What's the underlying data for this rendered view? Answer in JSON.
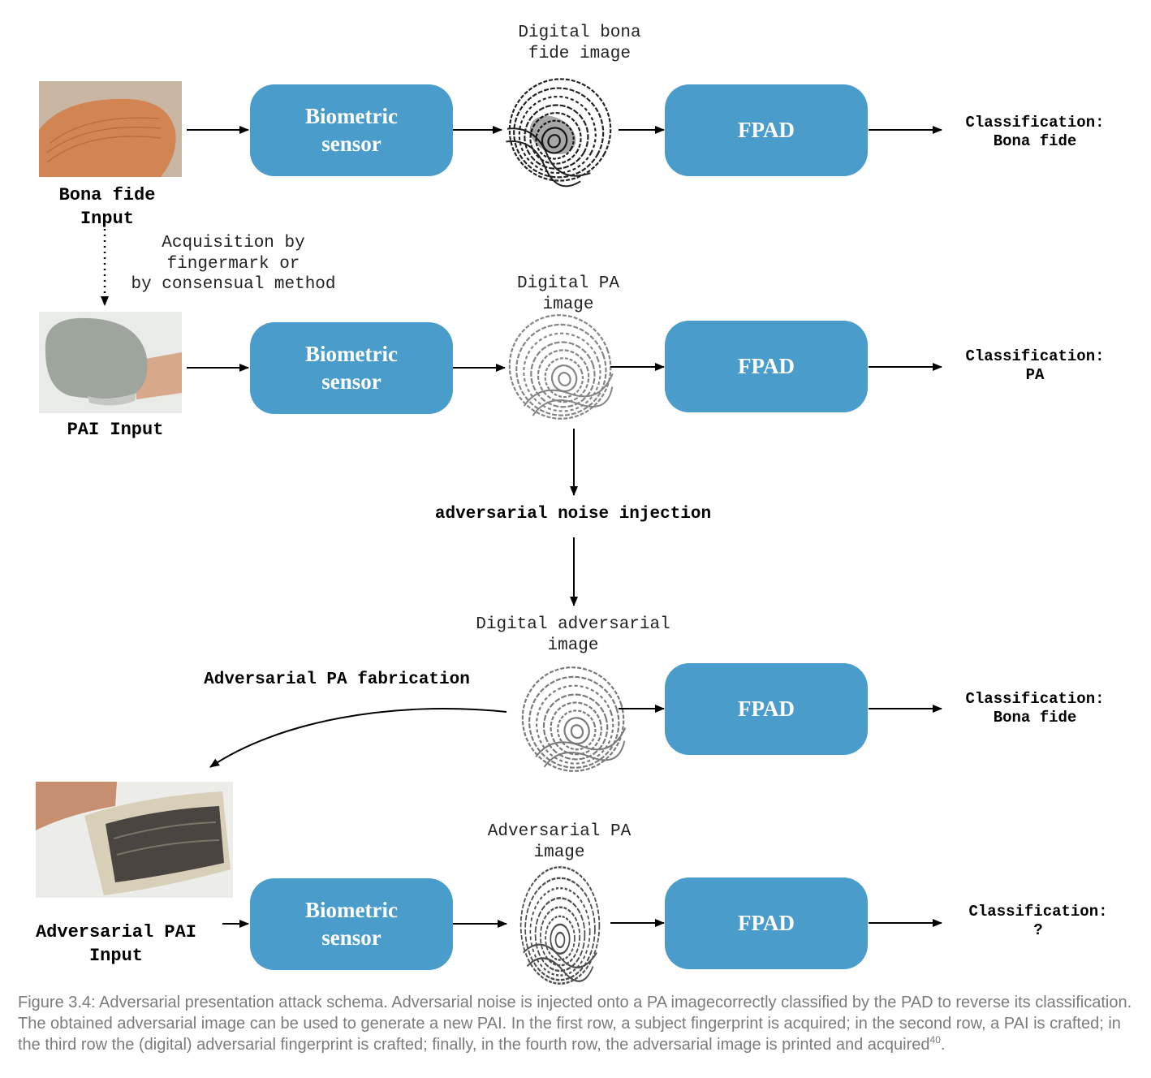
{
  "labels": {
    "digital_bona_fide_image": "Digital bona\nfide image",
    "bona_fide_input": "Bona fide\nInput",
    "acquisition": "Acquisition by\nfingermark or\nby consensual method",
    "digital_pa_image": "Digital PA\nimage",
    "pai_input": "PAI Input",
    "adversarial_noise_injection": "adversarial noise injection",
    "digital_adversarial_image": "Digital adversarial\nimage",
    "adversarial_pa_fabrication": "Adversarial PA fabrication",
    "adversarial_pa_image": "Adversarial PA\nimage",
    "adversarial_pai_input": "Adversarial PAI\nInput"
  },
  "boxes": {
    "biometric_sensor": "Biometric\nsensor",
    "fpad": "FPAD"
  },
  "classifications": {
    "row1": "Classification:\nBona fide",
    "row2": "Classification:\nPA",
    "row3": "Classification:\nBona fide",
    "row4": "Classification:\n?"
  },
  "caption": {
    "text": "Figure 3.4: Adversarial presentation attack schema. Adversarial noise is injected onto a PA imagecorrectly classified by the PAD to reverse its classification. The obtained adversarial image can be used to generate a new PAI. In the first row, a subject fingerprint is acquired; in the second row, a PAI is crafted; in the third row the (digital) adversarial fingerprint is crafted; finally, in the fourth row, the adversarial image is printed and acquired",
    "ref": "40",
    "end": "."
  },
  "colors": {
    "box": "#4a9ccb",
    "box_text": "#ffffff",
    "caption": "#7b7b7b"
  }
}
